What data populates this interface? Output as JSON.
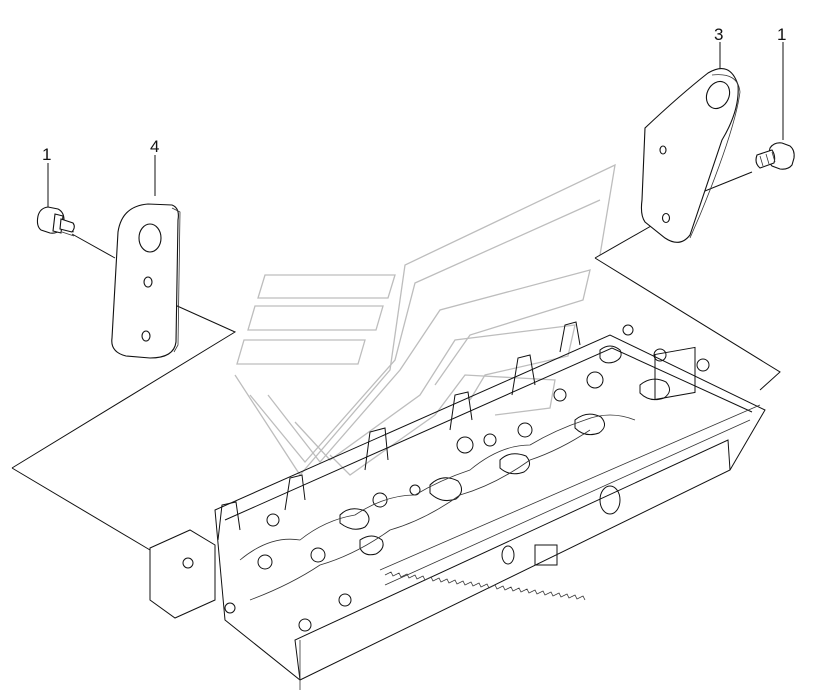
{
  "callouts": {
    "bolt_left": "1",
    "bracket_left": "4",
    "bracket_right": "3",
    "bolt_right": "1"
  },
  "icons": {
    "watermark": "stylized-logo-watermark",
    "bolt": "flange-bolt",
    "bracket_left": "lifting-bracket-plate",
    "bracket_right": "lifting-bracket-plate",
    "assembly": "engine-cylinder-head"
  },
  "colors": {
    "line": "#111111",
    "watermark": "#bdbdbd",
    "background": "#ffffff"
  }
}
